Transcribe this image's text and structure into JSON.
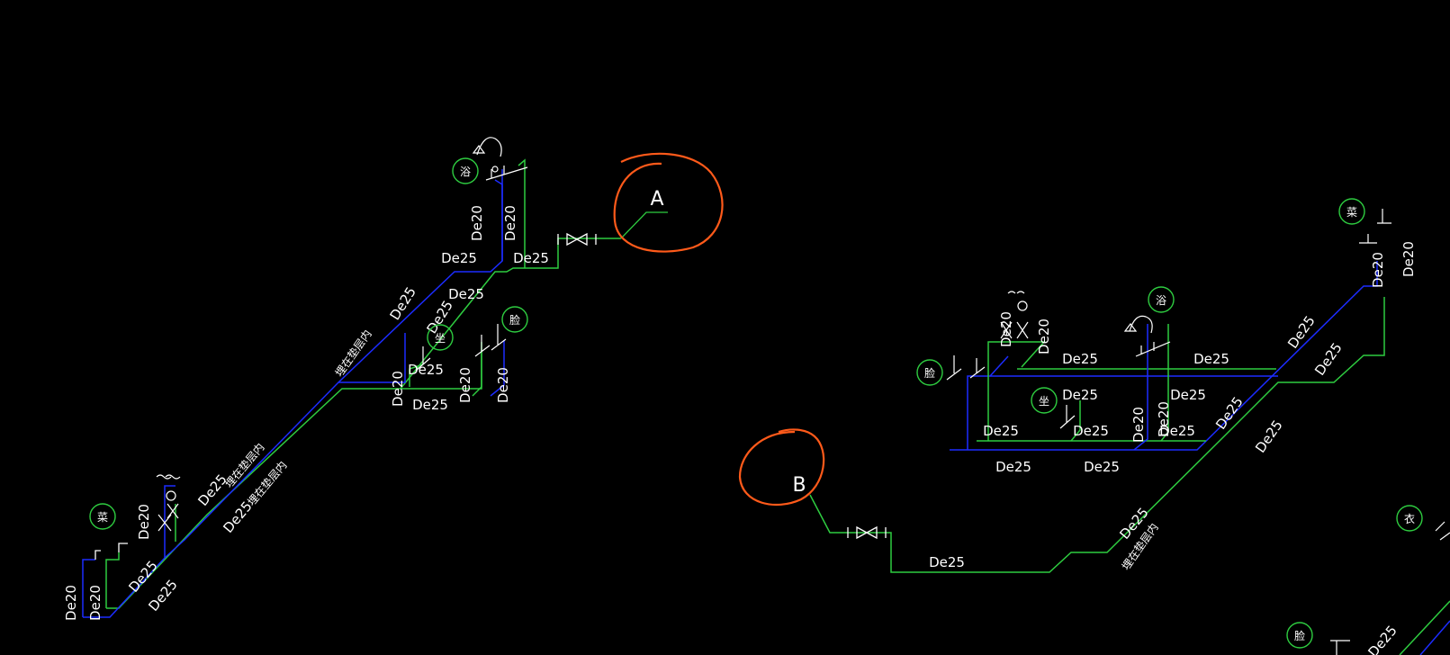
{
  "colors": {
    "background": "#000000",
    "green_pipe": "#2ecc40",
    "blue_pipe": "#1c2cff",
    "white": "#ffffff",
    "orange_markup": "#ff5a1a"
  },
  "markup": {
    "label_a": "A",
    "label_b": "B"
  },
  "fixtures": {
    "bath": "浴",
    "toilet": "坐",
    "basin": "脸",
    "kitchen": "菜",
    "laundry": "衣"
  },
  "notes": {
    "pipe_note": "埋在垫层内"
  },
  "pipe_labels": {
    "de20": "De20",
    "de25": "De25"
  }
}
